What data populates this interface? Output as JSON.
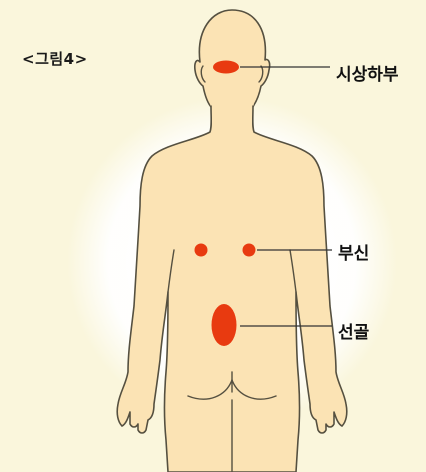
{
  "figure": {
    "label": "<그림4>"
  },
  "points": [
    {
      "name": "hypothalamus",
      "label": "시상하부"
    },
    {
      "name": "adrenal",
      "label": "부신"
    },
    {
      "name": "sacrum",
      "label": "선골"
    }
  ],
  "colors": {
    "background": "#faf6dc",
    "glow": "#ffffff",
    "skin": "#fbe3b4",
    "outline": "#555040",
    "marker": "#e83a10",
    "leader": "#333333"
  }
}
